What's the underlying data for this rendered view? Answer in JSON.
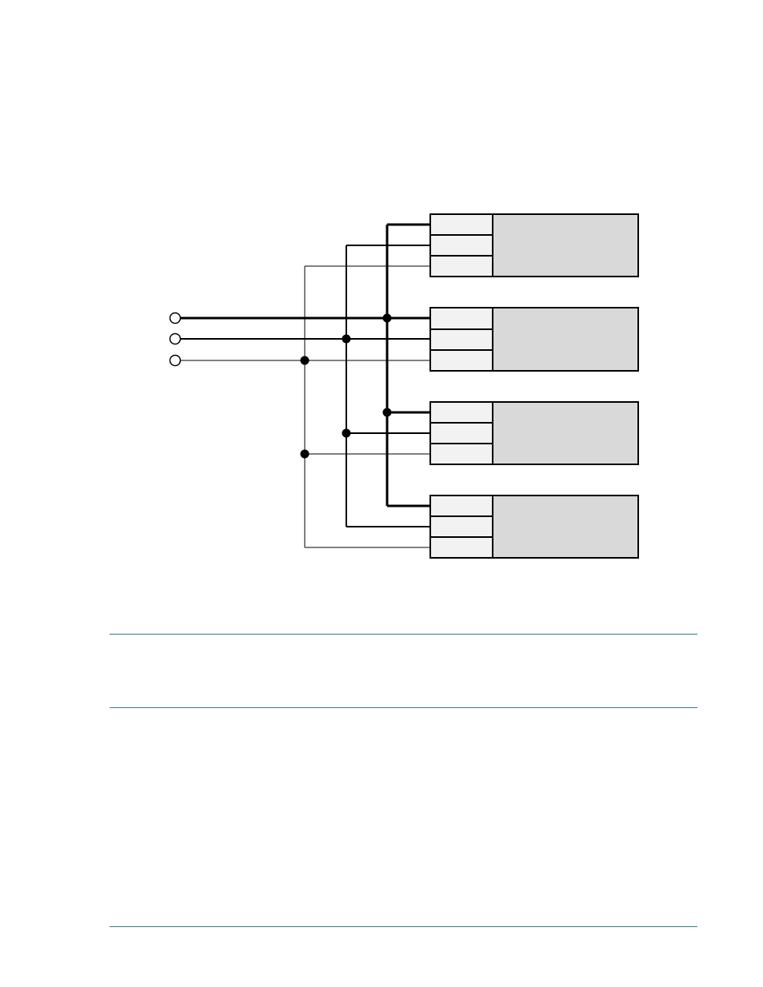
{
  "colors": {
    "wire": "#000000",
    "slot_fill": "#f2f2f2",
    "module_fill": "#d9d9d9",
    "rule": "#2f7f86"
  },
  "diagram": {
    "supply_terminals": 3,
    "modules": 4,
    "slots_per_module": 3,
    "labels": []
  }
}
